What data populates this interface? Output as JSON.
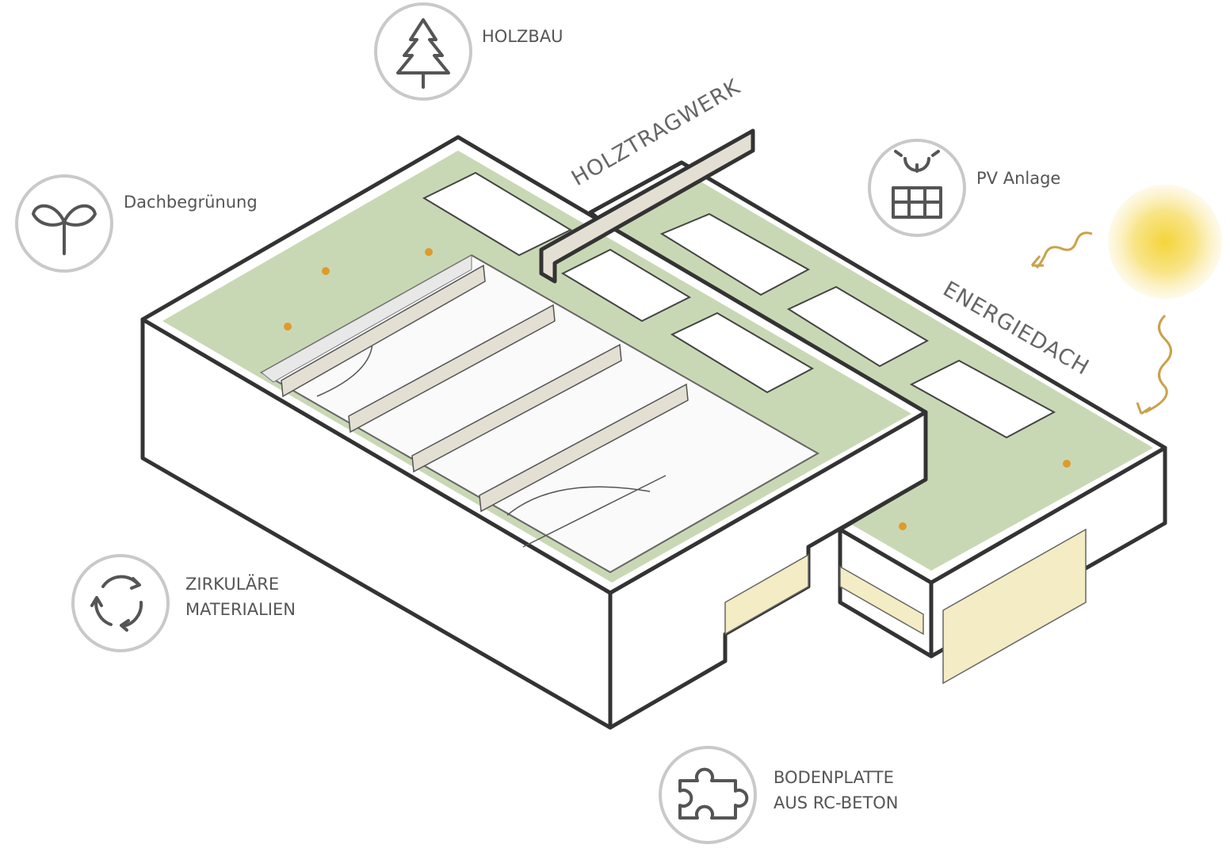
{
  "labels": {
    "holzbau": "HOLZBAU",
    "holztragwerk": "HOLZTRAGWERK",
    "pv_anlage": "PV Anlage",
    "energiedach": "ENERGIEDACH",
    "dachbegruenung": "Dachbegrünung",
    "zirkulaere_line1": "ZIRKULÄRE",
    "zirkulaere_line2": "MATERIALIEN",
    "bodenplatte_line1": "BODENPLATTE",
    "bodenplatte_line2": "AUS RC-BETON"
  },
  "icons": [
    "tree-icon",
    "solar-panel-icon",
    "sprout-icon",
    "recycle-icon",
    "puzzle-icon"
  ],
  "colors": {
    "roof_green": "#c9d8b4",
    "timber": "#e4dfd3",
    "sun": "#f5d94a",
    "arrow": "#c9a24a",
    "ring": "#c9c9c9",
    "facade_glass": "#f3ecc4"
  }
}
